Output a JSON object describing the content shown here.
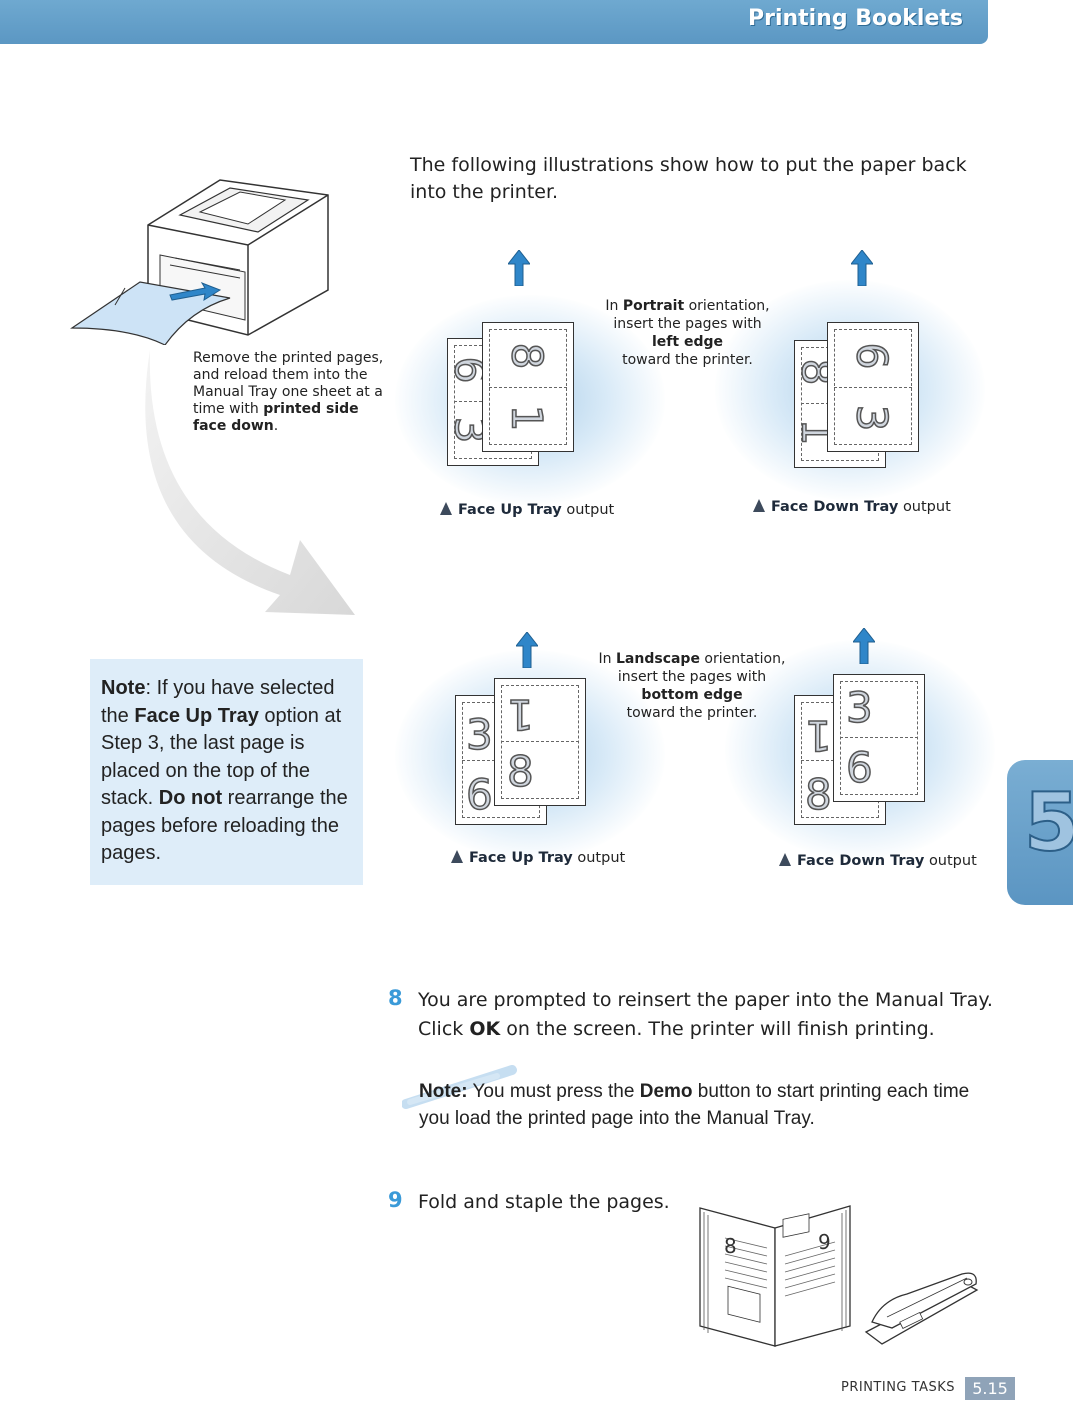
{
  "header": {
    "title": "Printing Booklets"
  },
  "intro": "The following illustrations show how to put the paper back into the printer.",
  "printer_caption": {
    "text": "Remove the printed pages, and reload them into the Manual Tray one sheet at a time with ",
    "bold": "printed side face down",
    "end": "."
  },
  "portrait": {
    "prefix": "In ",
    "bold": "Portrait",
    "mid": " orientation, insert the pages with",
    "edge": "left edge",
    "suffix": "toward the printer.",
    "face_up_label": "Face Up Tray",
    "face_down_label": "Face Down Tray",
    "output_word": "output",
    "face_up_pages": {
      "back_top": "6",
      "back_bottom": "3",
      "front_top": "8",
      "front_bottom": "1"
    },
    "face_down_pages": {
      "back_top": "8",
      "back_bottom": "1",
      "front_top": "6",
      "front_bottom": "3"
    }
  },
  "landscape": {
    "prefix": "In ",
    "bold": "Landscape",
    "mid": " orientation, insert the pages with",
    "edge": "bottom edge",
    "suffix": "toward the printer.",
    "face_up_label": "Face Up Tray",
    "face_down_label": "Face Down Tray",
    "output_word": "output",
    "face_up_pages": {
      "back_top": "3",
      "back_bottom": "6",
      "front_top": "1",
      "front_bottom": "8"
    },
    "face_down_pages": {
      "back_top": "1",
      "back_bottom": "8",
      "front_top": "3",
      "front_bottom": "6"
    }
  },
  "note_box": {
    "label": "Note",
    "t1": ": If you have selected the ",
    "b1": "Face Up Tray",
    "t2": " option at Step 3, the last page is placed on the top of the stack. ",
    "b2": "Do not",
    "t3": " rearrange the pages before reloading the pages."
  },
  "step8": {
    "number": "8",
    "line1": "You are prompted to reinsert the paper into the Manual Tray.",
    "click": "Click ",
    "ok": "OK",
    "line2_rest": " on the screen. The printer will finish printing."
  },
  "note2": {
    "label": "Note:",
    "t1": " You must press the ",
    "b1": "Demo",
    "t2": " button to start printing each time you load the printed page into the Manual Tray."
  },
  "step9": {
    "number": "9",
    "text": "Fold and staple the pages."
  },
  "booklet": {
    "left_page": "8",
    "right_page": "9"
  },
  "side_tab": {
    "number": "5"
  },
  "footer": {
    "section": "PRINTING TASKS",
    "page": "5.15"
  }
}
